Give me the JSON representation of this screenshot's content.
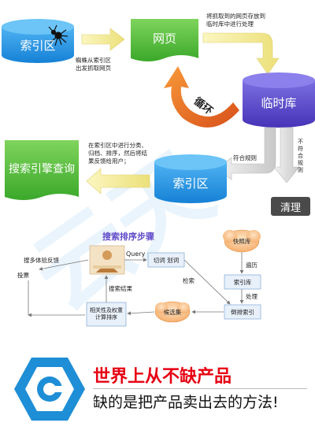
{
  "top": {
    "index_db": "索引区",
    "webpage": "网页",
    "temp_db": "临时库",
    "spider_note": "蜘蛛从索引区\n出发抓取网页",
    "store_note": "将抓取到的网页存放到\n临时库中进行处理",
    "loop_label": "循环",
    "index_db2": "索引区",
    "qualify_label": "符合规则",
    "not_qualify_label": "不\n符\n合\n规\n则",
    "clean": "清理",
    "search_query": "搜索引擎查询",
    "classify_note": "在索引区中进行分类、\n归档、排序，然后将结\n果反馈给用户；"
  },
  "bottom": {
    "title": "搜索排序步骤",
    "query": "Query",
    "segment": "切词 划词",
    "search_verb": "检索",
    "snapshot_db": "快照库",
    "traverse": "遍历",
    "index_db3": "索引库",
    "process": "处理",
    "inverted_index": "倒排索引",
    "candidate_set": "候选集",
    "relevance": "相关性及权重\n计算排序",
    "search_result": "搜索结果",
    "user_feedback": "搜多体验反馈",
    "vote": "投票"
  },
  "banner": {
    "line1": "世界上从不缺产品",
    "line2": "缺的是把产品卖出去的方法!"
  },
  "colors": {
    "blue": "#1e8fe0",
    "green": "#4db836",
    "purple": "#5f4cc9",
    "orange": "#f07020",
    "red": "#e60012",
    "logo": "#1e8ed6"
  }
}
